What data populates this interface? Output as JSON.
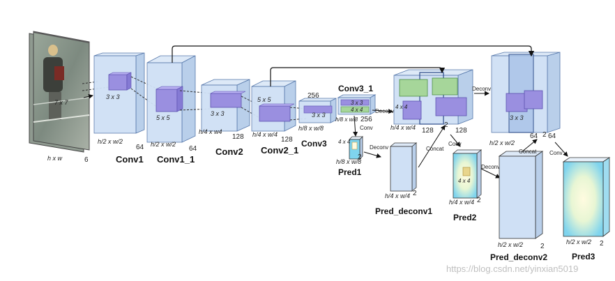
{
  "colors": {
    "block_fill": "#cfe0f5",
    "block_stroke": "#5577aa",
    "kernel_fill": "#9a8fe0",
    "green_fill": "#a6d69a",
    "arrow": "#111111"
  },
  "layers": {
    "input": {
      "dims_hw": "h x w",
      "channels": "6",
      "kernel": "7 x 7"
    },
    "conv1": {
      "title": "Conv1",
      "dims_hw": "h/2 x w/2",
      "channels": "64",
      "kernel": "3 x 3"
    },
    "conv1_1": {
      "title": "Conv1_1",
      "dims_hw": "h/2 x w/2",
      "channels": "64",
      "kernel": "5 x 5"
    },
    "conv2": {
      "title": "Conv2",
      "dims_hw": "h/4 x w4",
      "channels": "128",
      "kernel": "3 x 3"
    },
    "conv2_1": {
      "title": "Conv2_1",
      "dims_hw": "h/4 x w/4",
      "channels": "128",
      "kernel": "5 x 5"
    },
    "conv3": {
      "title": "Conv3",
      "dims_hw": "h/8 x w/8",
      "channels": "256",
      "kernel": "3 x 3"
    },
    "conv3_1": {
      "title": "Conv3_1",
      "dims_hw": "h/8 x w/8",
      "channels": "256",
      "kernel_a": "3 x 3",
      "kernel_b": "4 x 4"
    },
    "pred1": {
      "title": "Pred1",
      "dims_hw": "h/8 x w/8",
      "channels": "2",
      "kernel": "4 x 4"
    },
    "pred_deconv1": {
      "title": "Pred_deconv1",
      "dims_hw": "h/4 x w/4",
      "channels": "2"
    },
    "concat1": {
      "dims_hw": "h/4 x w/4",
      "channels_a": "128",
      "channels_b": "2",
      "channels_c": "128",
      "kernel": "4 x 4"
    },
    "pred2": {
      "title": "Pred2",
      "dims_hw": "h/4 x w/4",
      "channels": "2",
      "kernel": "4 x 4"
    },
    "concat2": {
      "dims_hw": "h/2 x w/2",
      "channels_a": "64",
      "channels_b": "2",
      "channels_c": "64",
      "kernel": "3 x 3"
    },
    "pred_deconv2": {
      "title": "Pred_deconv2",
      "dims_hw": "h/2 x w/2",
      "channels": "2"
    },
    "pred3": {
      "title": "Pred3",
      "dims_hw": "h/2 x w/2",
      "channels": "2"
    }
  },
  "ops": {
    "conv": "Conv",
    "deconv": "Deconv",
    "concat": "Concat"
  },
  "watermark": "https://blog.csdn.net/yinxian5019"
}
